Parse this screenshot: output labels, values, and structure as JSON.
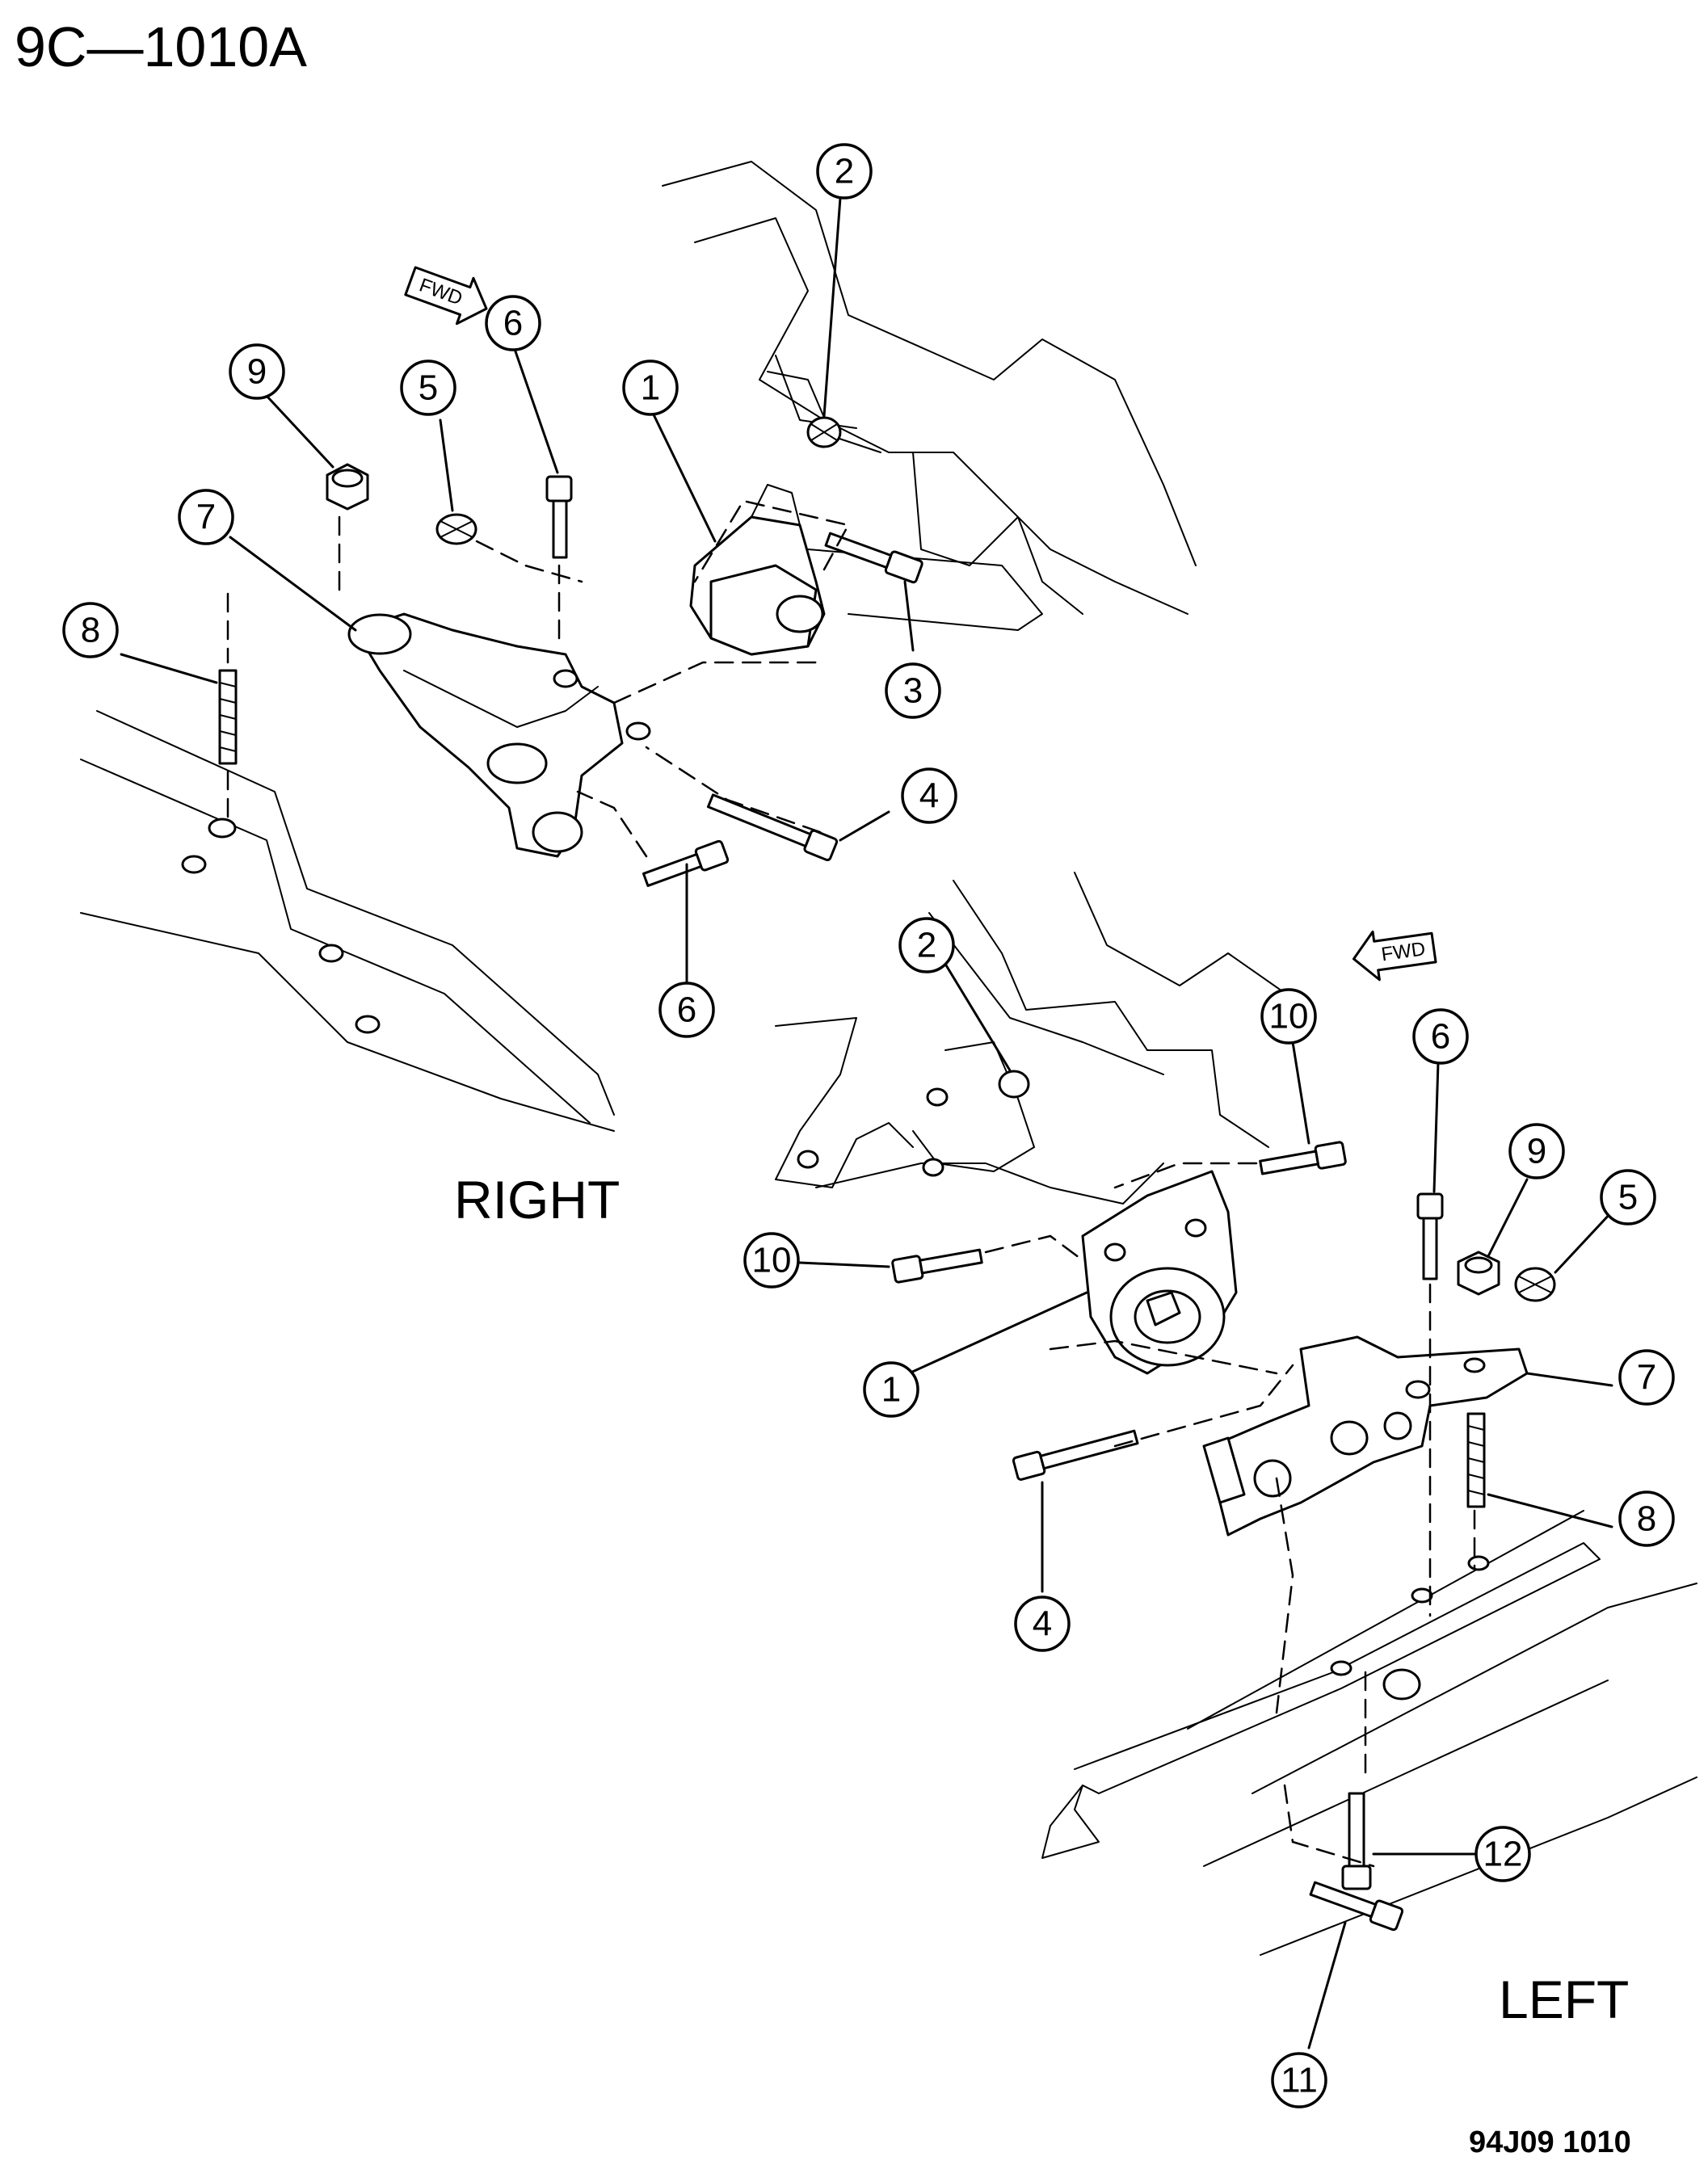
{
  "diagram_id": "9C—1010A",
  "footer_code": "94J09  1010",
  "views": {
    "right": {
      "label": "RIGHT",
      "fwd": "FWD"
    },
    "left": {
      "label": "LEFT",
      "fwd": "FWD"
    }
  },
  "callouts": {
    "right": {
      "c1": "1",
      "c2": "2",
      "c3": "3",
      "c4": "4",
      "c5": "5",
      "c6a": "6",
      "c6b": "6",
      "c7": "7",
      "c8": "8",
      "c9": "9"
    },
    "left": {
      "c1": "1",
      "c2": "2",
      "c4": "4",
      "c5": "5",
      "c6": "6",
      "c7": "7",
      "c8": "8",
      "c9": "9",
      "c10a": "10",
      "c10b": "10",
      "c11": "11",
      "c12": "12"
    }
  }
}
